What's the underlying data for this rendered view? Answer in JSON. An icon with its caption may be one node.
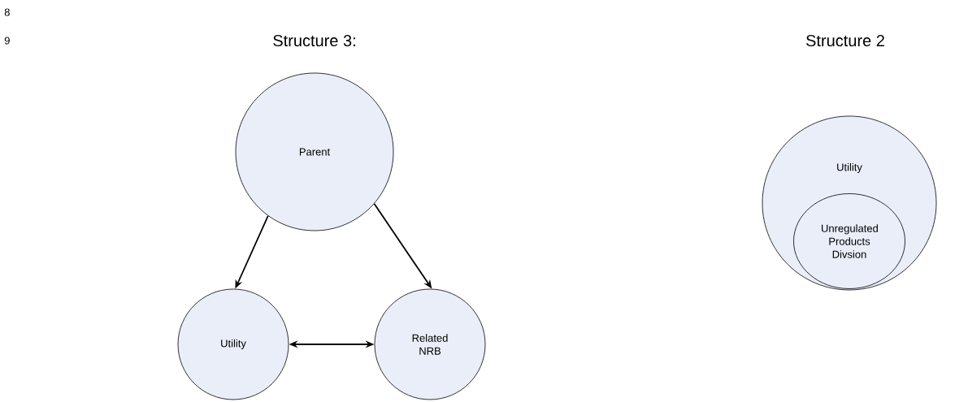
{
  "diagram": {
    "nodes": [
      {
        "text": [
          "Parent"
        ]
      },
      {
        "text": [
          "Utility"
        ]
      },
      {
        "text": [
          "Related NRB"
        ]
      },
      {
        "text": [
          "Utility"
        ]
      },
      {
        "text": [
          "Unregulated Products Divsion"
        ],
        "in": 3
      }
    ],
    "edges": [
      {
        "from": 0,
        "to": 1,
        "arrow": "to"
      },
      {
        "from": 0,
        "to": 2,
        "arrow": "to"
      },
      {
        "from": 1,
        "to": 2,
        "arrow": "both"
      }
    ],
    "labels": [
      "8",
      "9",
      "Structure 3:",
      "Structure 2"
    ]
  }
}
